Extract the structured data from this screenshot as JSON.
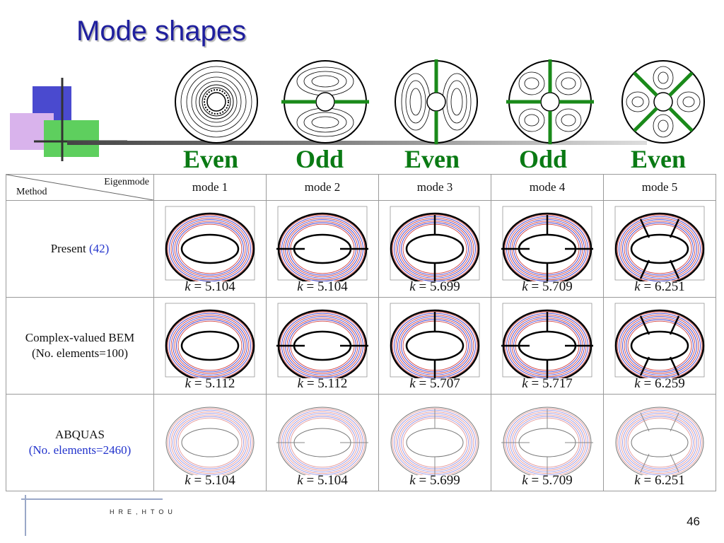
{
  "title": "Mode shapes",
  "parity": [
    "Even",
    "Odd",
    "Even",
    "Odd",
    "Even"
  ],
  "table": {
    "corner_top": "Eigenmode",
    "corner_bottom": "Method",
    "modes": [
      "mode 1",
      "mode 2",
      "mode 3",
      "mode 4",
      "mode 5"
    ],
    "k_symbol": "k",
    "rows": [
      {
        "method_line1": "Present",
        "method_ref": "(42)",
        "method_line2": "",
        "k": [
          "= 5.104",
          "= 5.104",
          "= 5.699",
          "= 5.709",
          "= 6.251"
        ]
      },
      {
        "method_line1": "Complex-valued BEM",
        "method_ref": "",
        "method_line2": "(No. elements=100)",
        "k": [
          "= 5.112",
          "= 5.112",
          "= 5.707",
          "= 5.717",
          "= 6.259"
        ]
      },
      {
        "method_line1": "ABQUAS",
        "method_ref": "",
        "method_line2": "(No. elements=2460)",
        "k": [
          "= 5.104",
          "= 5.104",
          "= 5.699",
          "= 5.709",
          "= 6.251"
        ]
      }
    ]
  },
  "footer": "HRE,HTOU",
  "page_number": "46",
  "colors": {
    "title": "#1f1f9e",
    "parity": "#0a7a14",
    "nodal_line": "#1a8a1a",
    "contour_red": "#d04040",
    "contour_blue": "#4040d0"
  }
}
